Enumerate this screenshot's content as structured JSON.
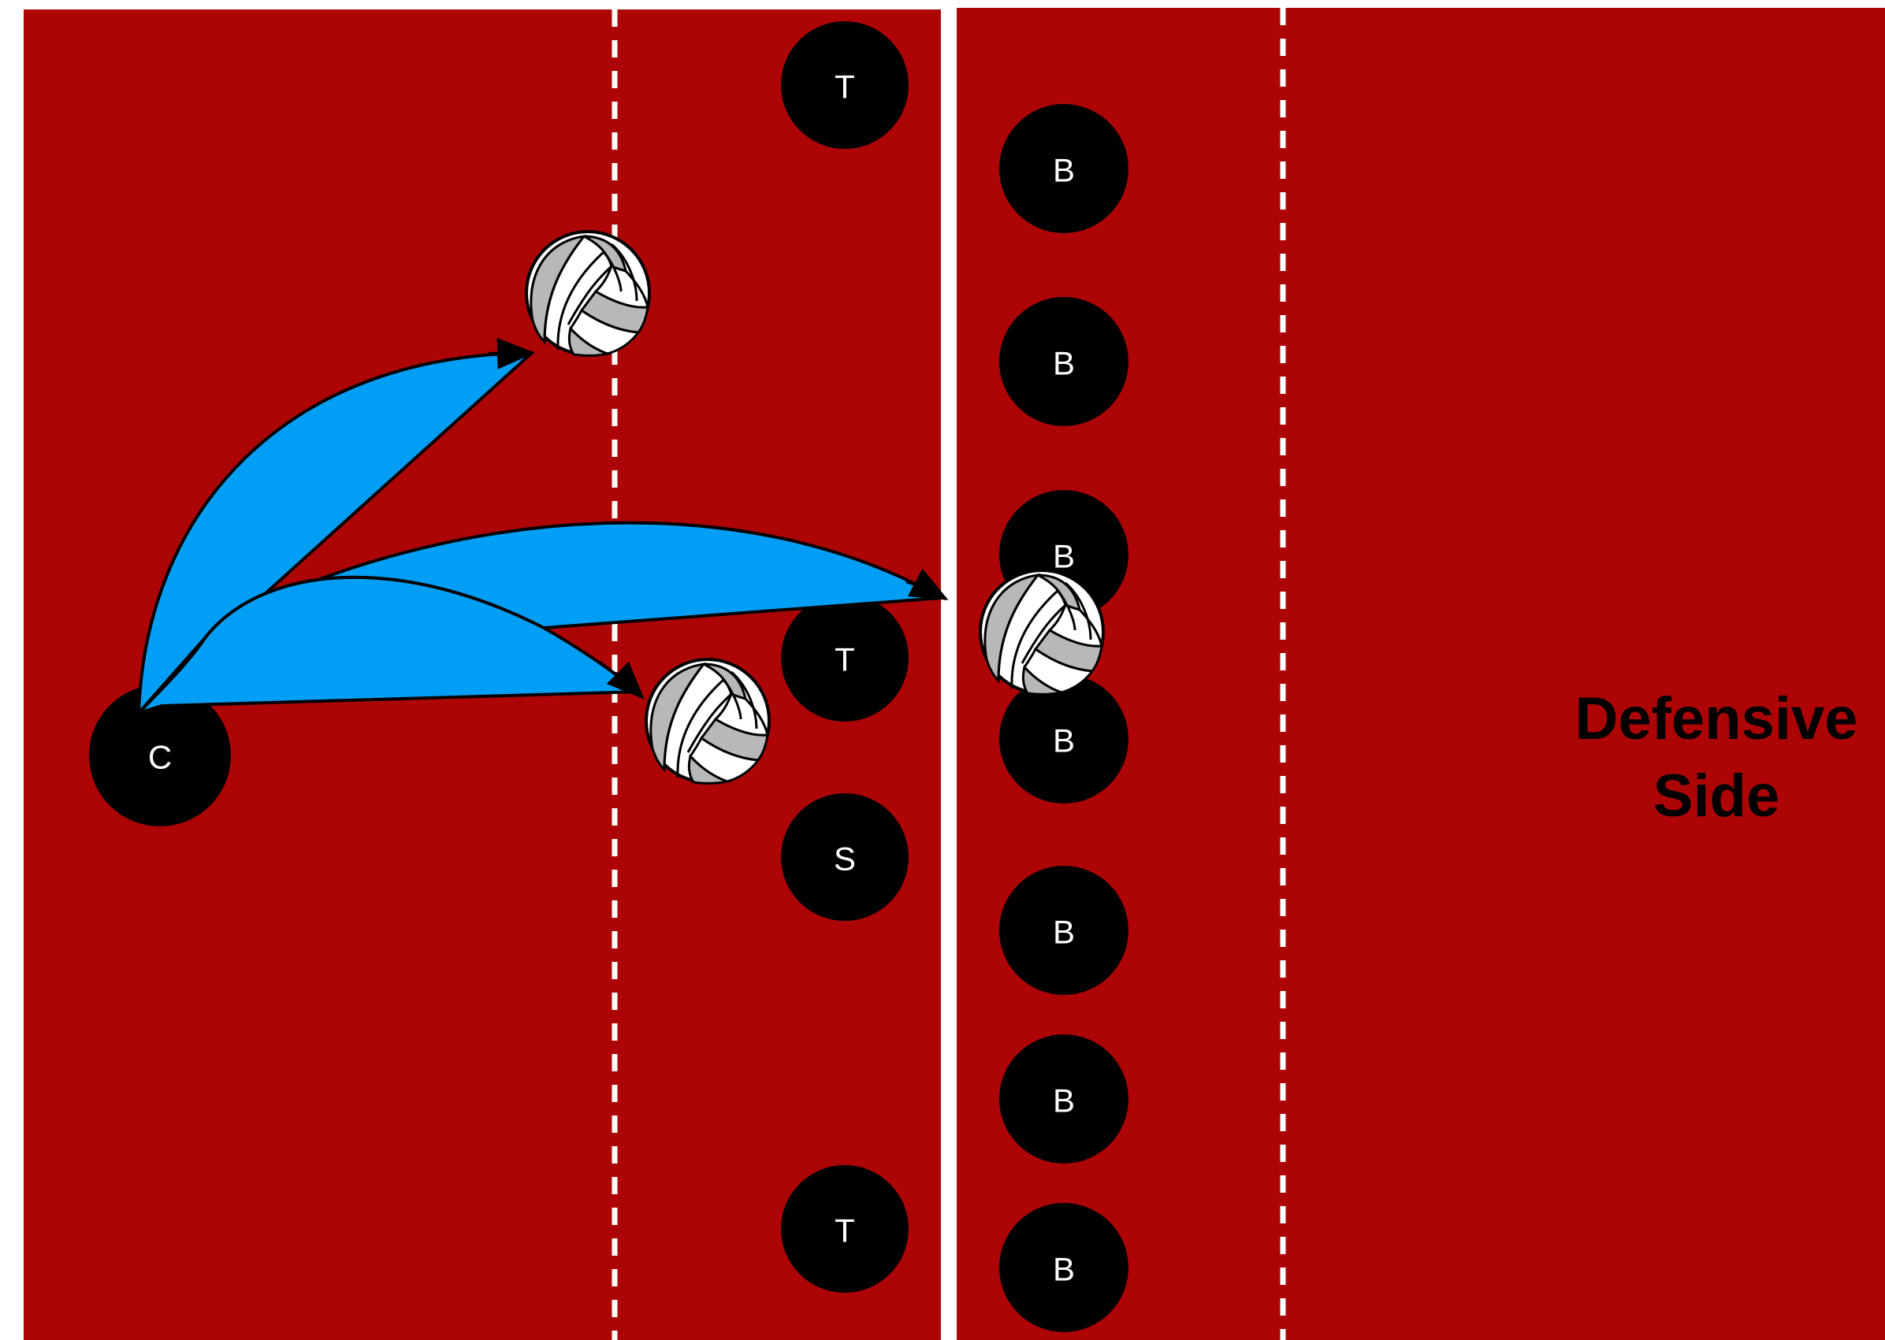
{
  "colors": {
    "court": "#ad0505",
    "line": "#ffffff",
    "player": "#000000",
    "player_text": "#ffffff",
    "trajectory": "#009ff5",
    "ball_panel_light": "#ffffff",
    "ball_panel_dark": "#b8b8b8"
  },
  "players": {
    "coach": "C",
    "target_1": "T",
    "target_2": "T",
    "target_3": "T",
    "setter": "S",
    "blocker_1": "B",
    "blocker_2": "B",
    "blocker_3": "B",
    "blocker_4": "B",
    "blocker_5": "B",
    "blocker_6": "B",
    "blocker_7": "B"
  },
  "labels": {
    "defensive_side_line1": "Defensive",
    "defensive_side_line2": "Side"
  },
  "icons": {
    "ball": "volleyball-icon",
    "arrow": "arrowhead-icon"
  }
}
